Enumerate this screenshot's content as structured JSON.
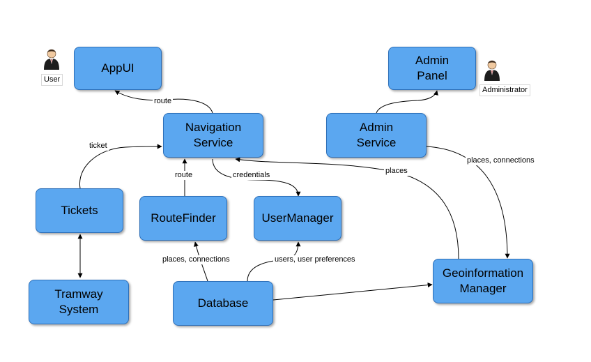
{
  "nodes": {
    "appui": "AppUI",
    "admin_panel": "Admin\nPanel",
    "navigation_service": "Navigation\nService",
    "admin_service": "Admin\nService",
    "tickets": "Tickets",
    "routefinder": "RouteFinder",
    "usermanager": "UserManager",
    "geoinformation_manager": "Geoinformation\nManager",
    "tramway_system": "Tramway\nSystem",
    "database": "Database"
  },
  "actors": {
    "user": "User",
    "administrator": "Administrator"
  },
  "edge_labels": {
    "route_to_appui": "route",
    "ticket": "ticket",
    "route_from_routefinder": "route",
    "credentials": "credentials",
    "places": "places",
    "places_connections_admin": "places, connections",
    "places_connections_db": "places, connections",
    "users_prefs": "users, user preferences"
  },
  "colors": {
    "node_fill": "#5ba7f0",
    "node_border": "#2d6fb8",
    "edge": "#000000"
  },
  "icons": {
    "user": "person-icon",
    "administrator": "person-icon"
  }
}
